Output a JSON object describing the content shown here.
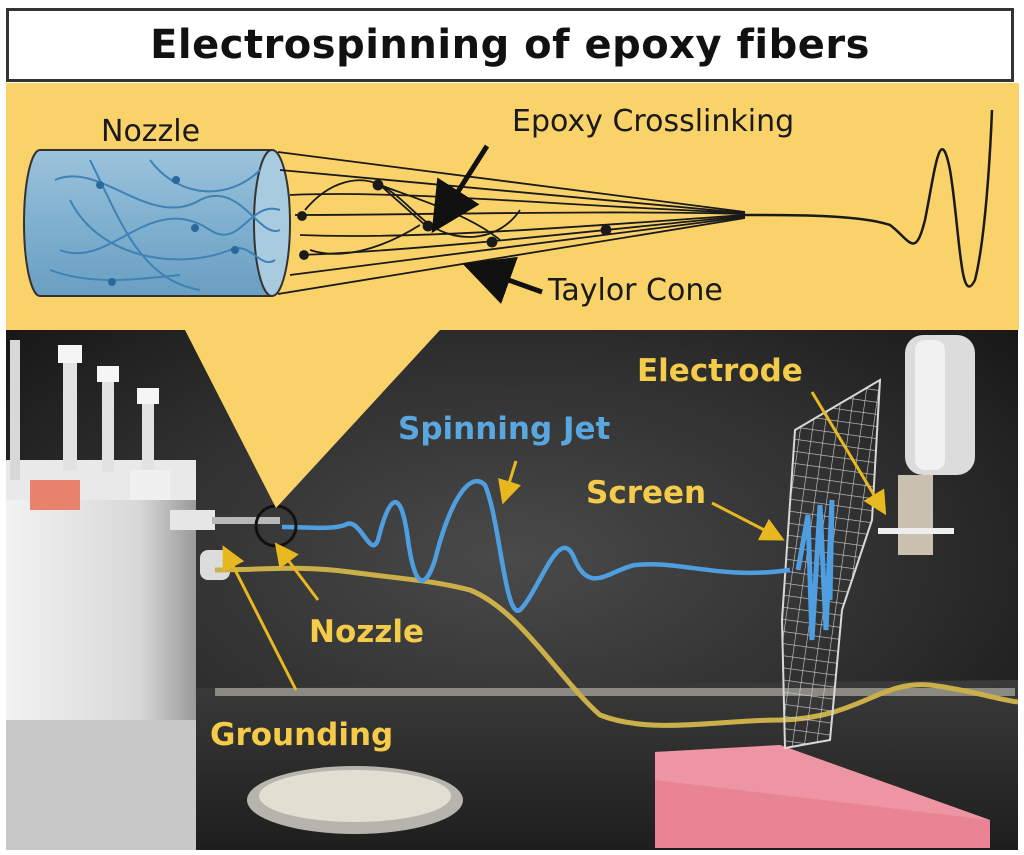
{
  "title": "Electrospinning of epoxy fibers",
  "inset": {
    "nozzle_label": "Nozzle",
    "crosslinking_label": "Epoxy Crosslinking",
    "taylor_cone_label": "Taylor Cone"
  },
  "photo": {
    "electrode_label": "Electrode",
    "spinning_jet_label": "Spinning Jet",
    "screen_label": "Screen",
    "nozzle_label": "Nozzle",
    "grounding_label": "Grounding"
  },
  "colors": {
    "inset_background": "#f9d26a",
    "nozzle_fill": "#7fb0cf",
    "jet_blue": "#4f9fe0",
    "label_yellow": "#f5cc4a",
    "arrow_yellow": "#e8b820",
    "photo_background": "#2a2a2a"
  }
}
